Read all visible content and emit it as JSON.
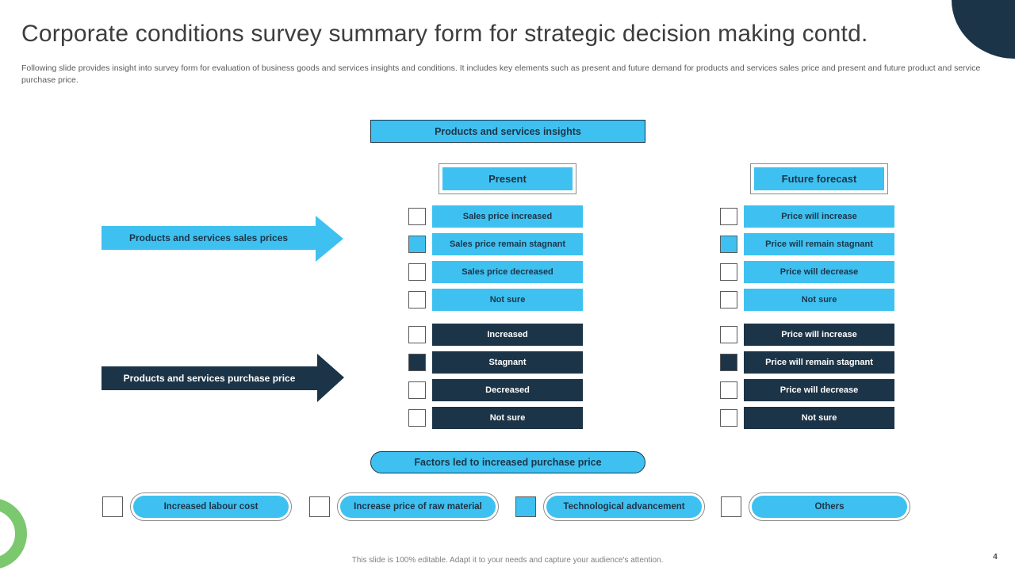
{
  "slide": {
    "title": "Corporate conditions survey summary form for strategic decision making contd.",
    "description": "Following slide provides insight into survey form for evaluation of business goods and services insights and conditions. It includes key elements such as present and future demand for products and services sales price and present and future product and service purchase price.",
    "footer_note": "This slide is 100% editable. Adapt it to your needs and capture your audience's attention.",
    "page_number": "4"
  },
  "colors": {
    "accent_blue": "#3EC1F0",
    "accent_navy": "#1C3448",
    "accent_green": "#7BC86F"
  },
  "banner": {
    "label": "Products and services insights"
  },
  "column_headers": {
    "present": "Present",
    "future": "Future forecast"
  },
  "sections": [
    {
      "arrow_label": "Products and services sales prices",
      "theme": "light",
      "present": [
        {
          "label": "Sales price increased",
          "checked": false
        },
        {
          "label": "Sales price remain stagnant",
          "checked": true
        },
        {
          "label": "Sales price decreased",
          "checked": false
        },
        {
          "label": "Not sure",
          "checked": false
        }
      ],
      "future": [
        {
          "label": "Price will increase",
          "checked": false
        },
        {
          "label": "Price will remain stagnant",
          "checked": true
        },
        {
          "label": "Price will decrease",
          "checked": false
        },
        {
          "label": "Not sure",
          "checked": false
        }
      ]
    },
    {
      "arrow_label": "Products and services purchase price",
      "theme": "dark",
      "present": [
        {
          "label": "Increased",
          "checked": false
        },
        {
          "label": "Stagnant",
          "checked": true
        },
        {
          "label": "Decreased",
          "checked": false
        },
        {
          "label": "Not sure",
          "checked": false
        }
      ],
      "future": [
        {
          "label": "Price will increase",
          "checked": false
        },
        {
          "label": "Price will remain stagnant",
          "checked": true
        },
        {
          "label": "Price will decrease",
          "checked": false
        },
        {
          "label": "Not sure",
          "checked": false
        }
      ]
    }
  ],
  "factors": {
    "banner_label": "Factors led to increased purchase price",
    "options": [
      {
        "label": "Increased labour cost",
        "checked": false
      },
      {
        "label": "Increase price of raw material",
        "checked": false
      },
      {
        "label": "Technological advancement",
        "checked": true
      },
      {
        "label": "Others",
        "checked": false
      }
    ]
  }
}
